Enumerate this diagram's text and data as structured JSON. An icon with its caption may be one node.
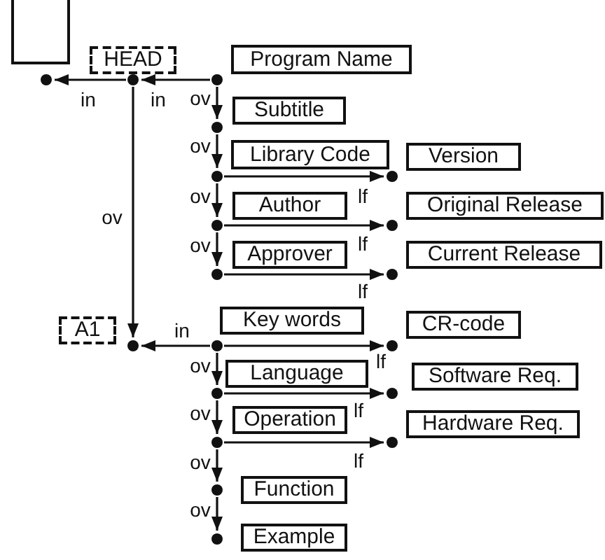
{
  "diagram": {
    "nodes": [
      {
        "text": [],
        "shape": "box"
      },
      {
        "text": [
          "HEAD"
        ]
      },
      {
        "text": [
          "Program Name"
        ]
      },
      {
        "text": [],
        "shape": "circle"
      },
      {
        "text": [],
        "shape": "circle"
      },
      {
        "text": [],
        "shape": "circle"
      },
      {
        "text": [
          "Subtitle"
        ]
      },
      {
        "text": [],
        "shape": "circle"
      },
      {
        "text": [
          "Library Code"
        ]
      },
      {
        "text": [
          "Version"
        ]
      },
      {
        "text": [],
        "shape": "circle"
      },
      {
        "text": [],
        "shape": "circle"
      },
      {
        "text": [
          "Author"
        ]
      },
      {
        "text": [
          "Original Release"
        ]
      },
      {
        "text": [],
        "shape": "circle"
      },
      {
        "text": [],
        "shape": "circle"
      },
      {
        "text": [
          "Approver"
        ]
      },
      {
        "text": [
          "Current Release"
        ]
      },
      {
        "text": [],
        "shape": "circle"
      },
      {
        "text": [],
        "shape": "circle"
      },
      {
        "text": [
          "A1"
        ]
      },
      {
        "text": [
          "Key words"
        ]
      },
      {
        "text": [
          "CR-code"
        ]
      },
      {
        "text": [],
        "shape": "circle"
      },
      {
        "text": [],
        "shape": "circle"
      },
      {
        "text": [],
        "shape": "circle"
      },
      {
        "text": [
          "Language"
        ]
      },
      {
        "text": [
          "Software Req."
        ]
      },
      {
        "text": [],
        "shape": "circle"
      },
      {
        "text": [],
        "shape": "circle"
      },
      {
        "text": [
          "Operation"
        ]
      },
      {
        "text": [
          "Hardware Req."
        ]
      },
      {
        "text": [],
        "shape": "circle"
      },
      {
        "text": [],
        "shape": "circle"
      },
      {
        "text": [],
        "shape": "circle"
      },
      {
        "text": [
          "Function"
        ]
      },
      {
        "text": [],
        "shape": "circle"
      },
      {
        "text": [
          "Example"
        ]
      }
    ],
    "edges": [
      {
        "from": 5,
        "to": 4,
        "arrow": "to",
        "label": "in"
      },
      {
        "from": 4,
        "to": 3,
        "arrow": "to",
        "label": "in"
      },
      {
        "from": 5,
        "to": 7,
        "arrow": "to",
        "label": "ov"
      },
      {
        "from": 7,
        "to": 10,
        "arrow": "to",
        "label": "ov"
      },
      {
        "from": 10,
        "to": 11,
        "arrow": "to",
        "label": "lf"
      },
      {
        "from": 10,
        "to": 14,
        "arrow": "to",
        "label": "ov"
      },
      {
        "from": 14,
        "to": 15,
        "arrow": "to",
        "label": "lf"
      },
      {
        "from": 14,
        "to": 18,
        "arrow": "to",
        "label": "ov"
      },
      {
        "from": 18,
        "to": 19,
        "arrow": "to",
        "label": "lf"
      },
      {
        "from": 4,
        "to": 23,
        "arrow": "to",
        "label": "ov"
      },
      {
        "from": 24,
        "to": 23,
        "arrow": "to",
        "label": "in"
      },
      {
        "from": 24,
        "to": 25,
        "arrow": "to",
        "label": "lf"
      },
      {
        "from": 24,
        "to": 28,
        "arrow": "to",
        "label": "ov"
      },
      {
        "from": 28,
        "to": 29,
        "arrow": "to",
        "label": "lf"
      },
      {
        "from": 28,
        "to": 32,
        "arrow": "to",
        "label": "ov"
      },
      {
        "from": 32,
        "to": 33,
        "arrow": "to",
        "label": "lf"
      },
      {
        "from": 32,
        "to": 34,
        "arrow": "to",
        "label": "ov"
      },
      {
        "from": 34,
        "to": 36,
        "arrow": "to",
        "label": "ov"
      }
    ]
  }
}
